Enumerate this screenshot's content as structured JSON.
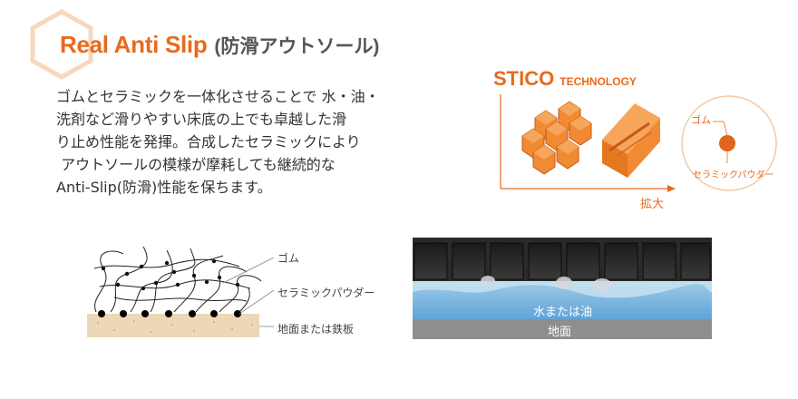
{
  "title": {
    "main": "Real Anti Slip",
    "sub": "(防滑アウトソール)"
  },
  "description": {
    "lines": [
      "ゴムとセラミックを一体化させることで 水・油・",
      "洗剤など滑りやすい床底の上でも卓越した滑",
      "り止め性能を発揮。合成したセラミックにより",
      " アウトソールの模様が摩耗しても継続的な",
      "Anti-Slip(防滑)性能を保ちます。"
    ]
  },
  "technology": {
    "brand": "STICO",
    "label": "TECHNOLOGY",
    "axis_label": "拡大",
    "circle_labels": {
      "rubber": "ゴム",
      "ceramic": "セラミックパウダー"
    }
  },
  "cross_section": {
    "rubber": "ゴム",
    "ceramic_powder": "セラミックパウダー",
    "ground": "地面または鉄板"
  },
  "photo": {
    "water_oil": "水または油",
    "ground": "地面"
  },
  "colors": {
    "accent": "#e86a1c",
    "text": "#333333"
  }
}
